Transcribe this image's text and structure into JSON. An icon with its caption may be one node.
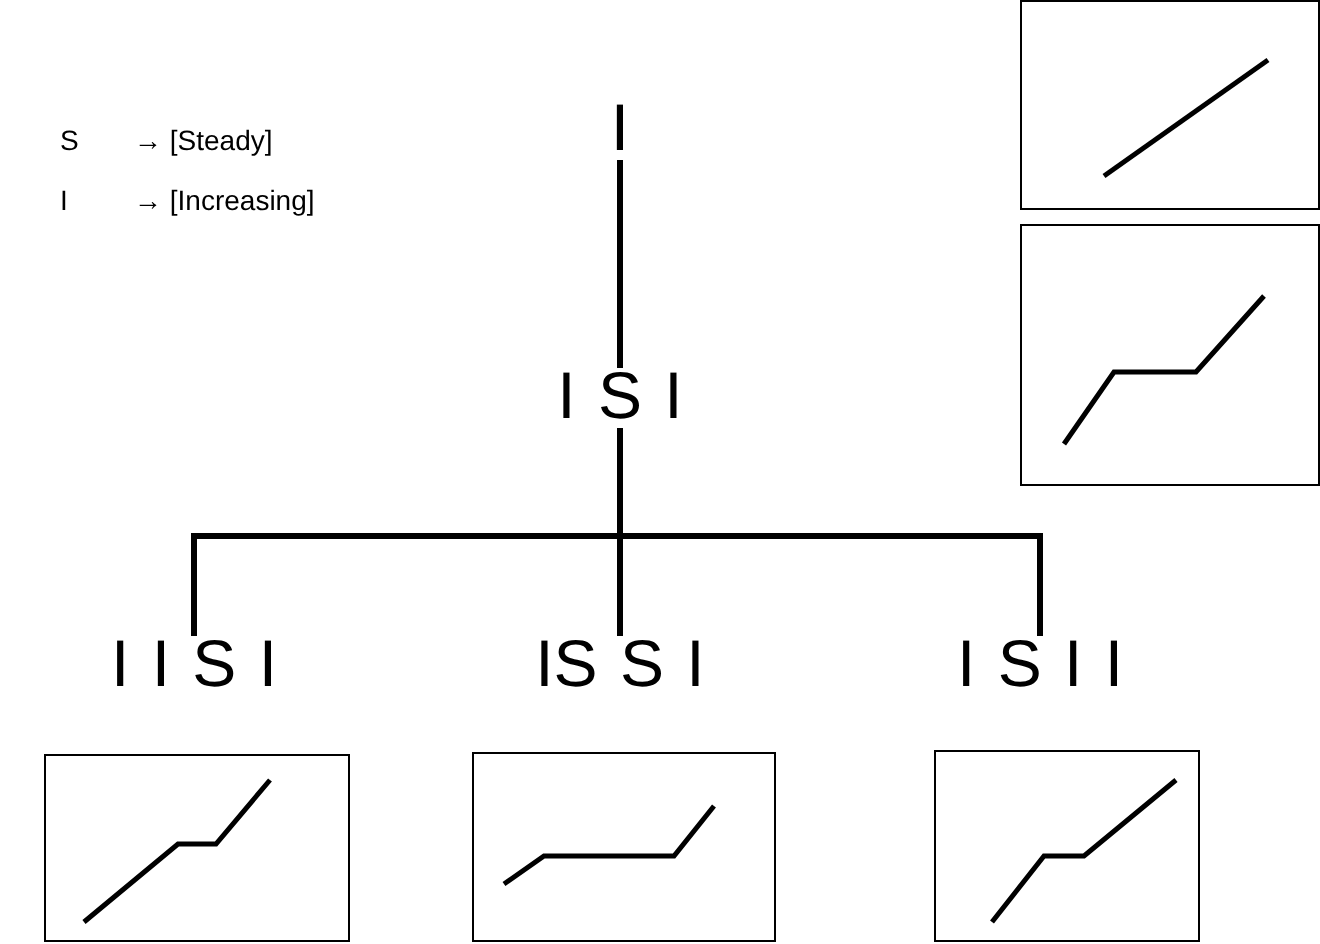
{
  "diagram": {
    "nodes": [
      {
        "text": [
          "I"
        ]
      },
      {
        "text": [
          "I S I"
        ]
      },
      {
        "text": [
          "I I S I"
        ]
      },
      {
        "text": [
          "IS S I"
        ]
      },
      {
        "text": [
          "I S I I"
        ]
      }
    ],
    "edges": [
      {
        "from": 0,
        "to": 1,
        "arrow": "none"
      },
      {
        "from": 1,
        "to": 2,
        "arrow": "none"
      },
      {
        "from": 1,
        "to": 3,
        "arrow": "none"
      },
      {
        "from": 1,
        "to": 4,
        "arrow": "none"
      }
    ],
    "labels": [
      "S",
      "→ [Steady]",
      "I",
      "→ [Increasing]"
    ]
  }
}
